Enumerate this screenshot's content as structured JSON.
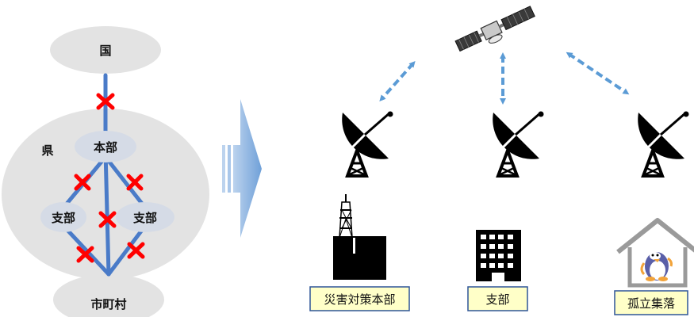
{
  "hierarchy": {
    "country": "国",
    "prefecture": "県",
    "headquarters": "本部",
    "branch_left": "支部",
    "branch_right": "支部",
    "municipality": "市町村"
  },
  "facilities": {
    "disaster_hq": "災害対策本部",
    "branch": "支部",
    "isolated_village": "孤立集落"
  },
  "icons": [
    "satellite-icon",
    "satellite-dish-icon",
    "broadcast-tower-icon",
    "office-building-icon",
    "house-icon",
    "penguin-icon",
    "broken-link-icon",
    "arrow-right-icon"
  ],
  "colors": {
    "ellipse": "#e3e3e3",
    "inner_ellipse": "#d5dbe6",
    "link_line": "#4a7bc8",
    "cross": "#ff0000",
    "comm_arrow": "#5b9bd5",
    "label_box_fill": "#ffffc8",
    "label_box_border": "#2e5597"
  }
}
